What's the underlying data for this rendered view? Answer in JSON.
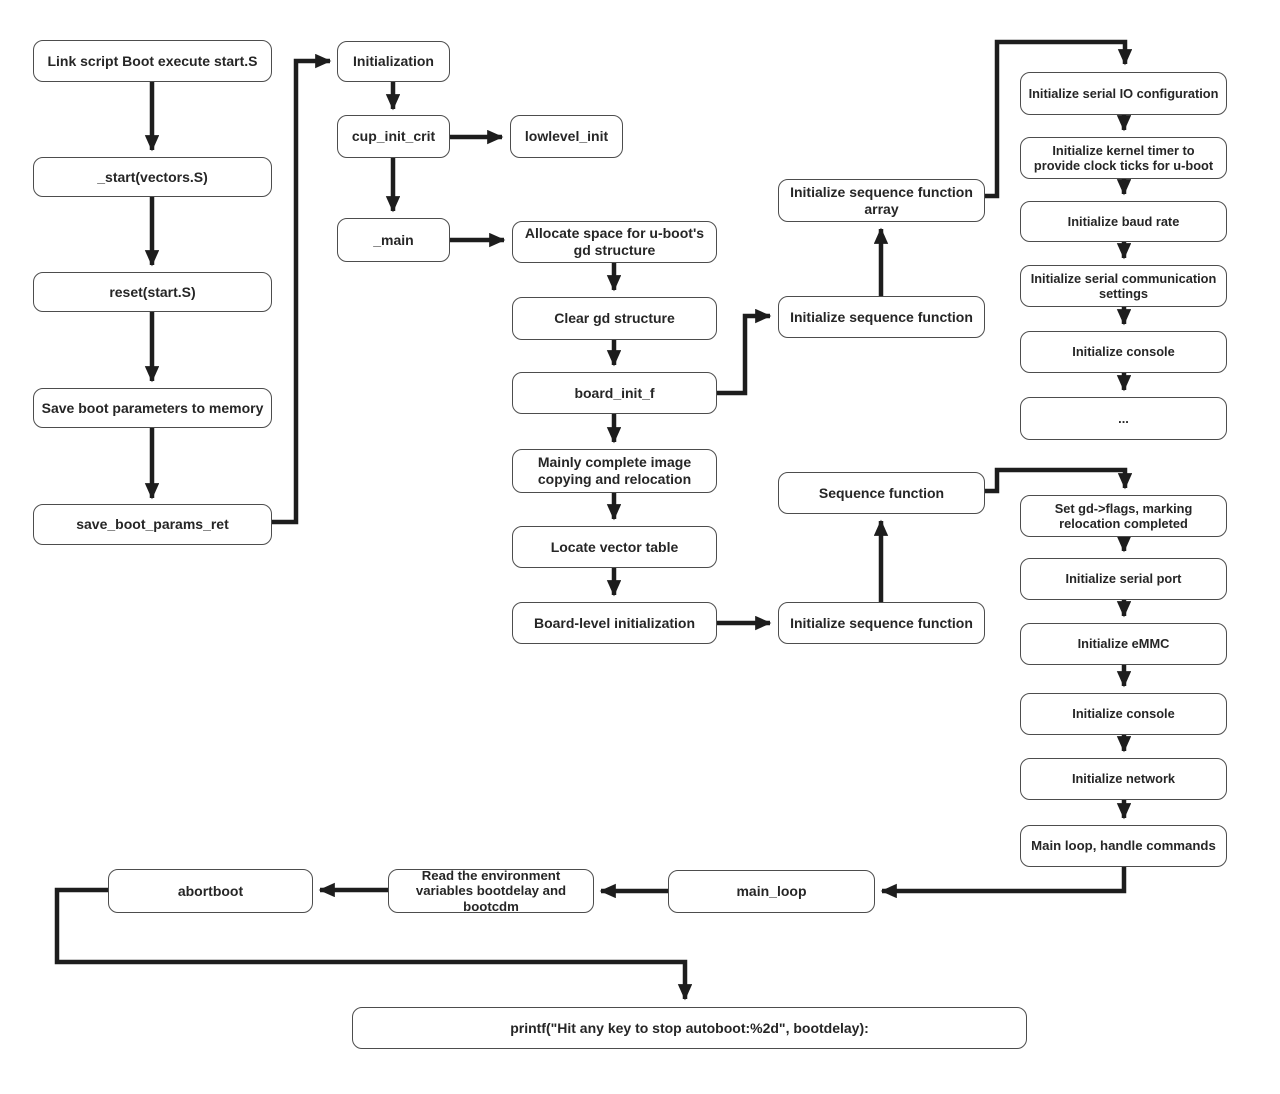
{
  "diagram": {
    "type": "flowchart",
    "title": "U-Boot boot sequence flowchart",
    "colors": {
      "box_border": "#4d4d4d",
      "arrow": "#1d1d1d",
      "box_fill": "#ffffff",
      "text": "#262626",
      "background": "#ffffff"
    }
  },
  "nodes": {
    "link_script": {
      "label": "Link script  Boot execute start.S"
    },
    "start_vectors": {
      "label": "_start(vectors.S)"
    },
    "reset_start": {
      "label": "reset(start.S)"
    },
    "save_boot_params": {
      "label": "Save boot parameters to memory"
    },
    "save_boot_params_ret": {
      "label": "save_boot_params_ret"
    },
    "initialization": {
      "label": "Initialization"
    },
    "cup_init_crit": {
      "label": "cup_init_crit"
    },
    "lowlevel_init": {
      "label": "lowlevel_init"
    },
    "main": {
      "label": "_main"
    },
    "allocate_gd": {
      "label": "Allocate space for u-boot's gd structure"
    },
    "clear_gd": {
      "label": "Clear gd structure"
    },
    "board_init_f": {
      "label": "board_init_f"
    },
    "relocate_image": {
      "label": "Mainly complete image copying and relocation"
    },
    "locate_vector": {
      "label": "Locate vector table"
    },
    "board_level_init": {
      "label": "Board-level initialization"
    },
    "init_seq_array": {
      "label": "Initialize sequence function array"
    },
    "init_seq_fn1": {
      "label": "Initialize sequence function"
    },
    "seq_fn": {
      "label": "Sequence function"
    },
    "init_seq_fn2": {
      "label": "Initialize sequence function"
    },
    "serial_io": {
      "label": "Initialize serial IO configuration"
    },
    "kernel_timer": {
      "label": "Initialize kernel timer to provide clock ticks for u-boot"
    },
    "baud_rate": {
      "label": "Initialize baud rate"
    },
    "serial_comm": {
      "label": "Initialize serial communication settings"
    },
    "console1": {
      "label": "Initialize console"
    },
    "ellipsis": {
      "label": "..."
    },
    "set_gd_flags": {
      "label": "Set gd->flags, marking relocation completed"
    },
    "serial_port": {
      "label": "Initialize serial port"
    },
    "emmc": {
      "label": "Initialize eMMC"
    },
    "console2": {
      "label": "Initialize console"
    },
    "network": {
      "label": "Initialize network"
    },
    "main_loop_handle": {
      "label": "Main loop, handle commands"
    },
    "main_loop": {
      "label": "main_loop"
    },
    "read_env": {
      "label": "Read the environment variables bootdelay and bootcdm"
    },
    "abortboot": {
      "label": "abortboot"
    },
    "printf_box": {
      "label": "printf(\"Hit any key to stop autoboot:%2d\", bootdelay):"
    }
  },
  "edges": [
    {
      "from": "link_script",
      "to": "start_vectors"
    },
    {
      "from": "start_vectors",
      "to": "reset_start"
    },
    {
      "from": "reset_start",
      "to": "save_boot_params"
    },
    {
      "from": "save_boot_params",
      "to": "save_boot_params_ret"
    },
    {
      "from": "save_boot_params_ret",
      "to": "initialization"
    },
    {
      "from": "initialization",
      "to": "cup_init_crit"
    },
    {
      "from": "cup_init_crit",
      "to": "lowlevel_init"
    },
    {
      "from": "cup_init_crit",
      "to": "main"
    },
    {
      "from": "main",
      "to": "allocate_gd"
    },
    {
      "from": "allocate_gd",
      "to": "clear_gd"
    },
    {
      "from": "clear_gd",
      "to": "board_init_f"
    },
    {
      "from": "board_init_f",
      "to": "relocate_image"
    },
    {
      "from": "board_init_f",
      "to": "init_seq_fn1"
    },
    {
      "from": "init_seq_fn1",
      "to": "init_seq_array"
    },
    {
      "from": "init_seq_array",
      "to": "serial_io"
    },
    {
      "from": "serial_io",
      "to": "kernel_timer"
    },
    {
      "from": "kernel_timer",
      "to": "baud_rate"
    },
    {
      "from": "baud_rate",
      "to": "serial_comm"
    },
    {
      "from": "serial_comm",
      "to": "console1"
    },
    {
      "from": "console1",
      "to": "ellipsis"
    },
    {
      "from": "relocate_image",
      "to": "locate_vector"
    },
    {
      "from": "locate_vector",
      "to": "board_level_init"
    },
    {
      "from": "board_level_init",
      "to": "init_seq_fn2"
    },
    {
      "from": "init_seq_fn2",
      "to": "seq_fn"
    },
    {
      "from": "seq_fn",
      "to": "set_gd_flags"
    },
    {
      "from": "set_gd_flags",
      "to": "serial_port"
    },
    {
      "from": "serial_port",
      "to": "emmc"
    },
    {
      "from": "emmc",
      "to": "console2"
    },
    {
      "from": "console2",
      "to": "network"
    },
    {
      "from": "network",
      "to": "main_loop_handle"
    },
    {
      "from": "main_loop_handle",
      "to": "main_loop"
    },
    {
      "from": "main_loop",
      "to": "read_env"
    },
    {
      "from": "read_env",
      "to": "abortboot"
    },
    {
      "from": "abortboot",
      "to": "printf_box"
    }
  ]
}
